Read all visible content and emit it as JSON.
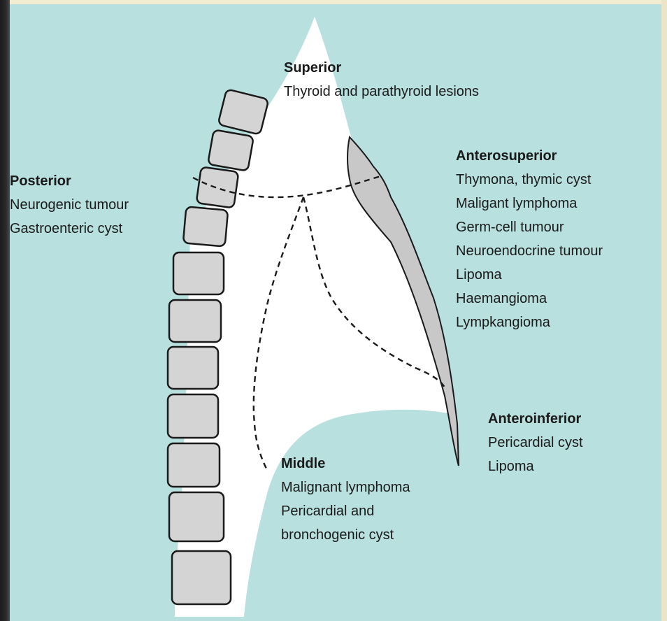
{
  "regions": {
    "superior": {
      "heading": "Superior",
      "items": [
        "Thyroid and parathyroid lesions"
      ]
    },
    "posterior": {
      "heading": "Posterior",
      "items": [
        "Neurogenic tumour",
        "Gastroenteric cyst"
      ]
    },
    "anterosuperior": {
      "heading": "Anterosuperior",
      "items": [
        "Thymona, thymic cyst",
        "Maligant lymphoma",
        "Germ-cell tumour",
        "Neuroendocrine tumour",
        "Lipoma",
        "Haemangioma",
        "Lympkangioma"
      ]
    },
    "anteroinferior": {
      "heading": "Anteroinferior",
      "items": [
        "Pericardial cyst",
        "Lipoma"
      ]
    },
    "middle": {
      "heading": "Middle",
      "items": [
        "Malignant lymphoma",
        "Pericardial and",
        "bronchogenic cyst"
      ]
    }
  },
  "colors": {
    "background": "#b8e0de",
    "mediastinum": "#ffffff",
    "vertebra": "#d4d4d4",
    "sternum": "#c8c8c8",
    "outline": "#1a1a1a"
  }
}
